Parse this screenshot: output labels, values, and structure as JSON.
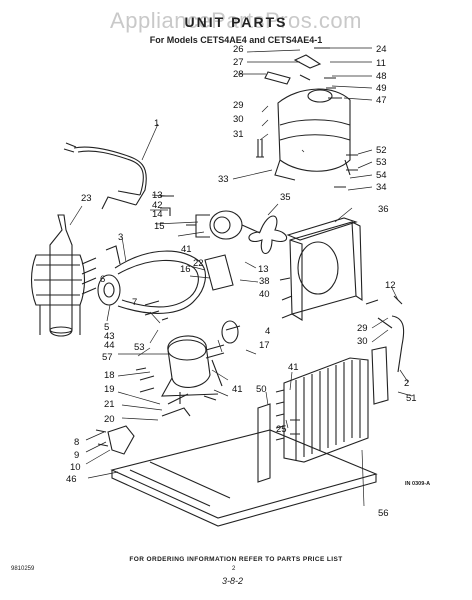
{
  "header": {
    "watermark": "AppliancePartsPros.com",
    "title": "UNIT PARTS",
    "subtitle": "For Models CETS4AE4 and CETS4AE4-1"
  },
  "callouts": [
    "1",
    "2",
    "3",
    "4",
    "5",
    "6",
    "7",
    "8",
    "9",
    "10",
    "11",
    "12",
    "13",
    "14",
    "15",
    "16",
    "17",
    "18",
    "19",
    "20",
    "21",
    "22",
    "23",
    "24",
    "25",
    "26",
    "27",
    "28",
    "29",
    "30",
    "31",
    "33",
    "34",
    "35",
    "36",
    "38",
    "40",
    "41",
    "42",
    "43",
    "44",
    "46",
    "47",
    "48",
    "49",
    "50",
    "51",
    "52",
    "53",
    "54",
    "56",
    "57"
  ],
  "footer": {
    "note": "FOR ORDERING INFORMATION REFER TO PARTS PRICE LIST",
    "doc_code": "9810259",
    "page_number": "2",
    "sheet_ref": "3-8-2",
    "figure_code": "IN 0309-A"
  }
}
